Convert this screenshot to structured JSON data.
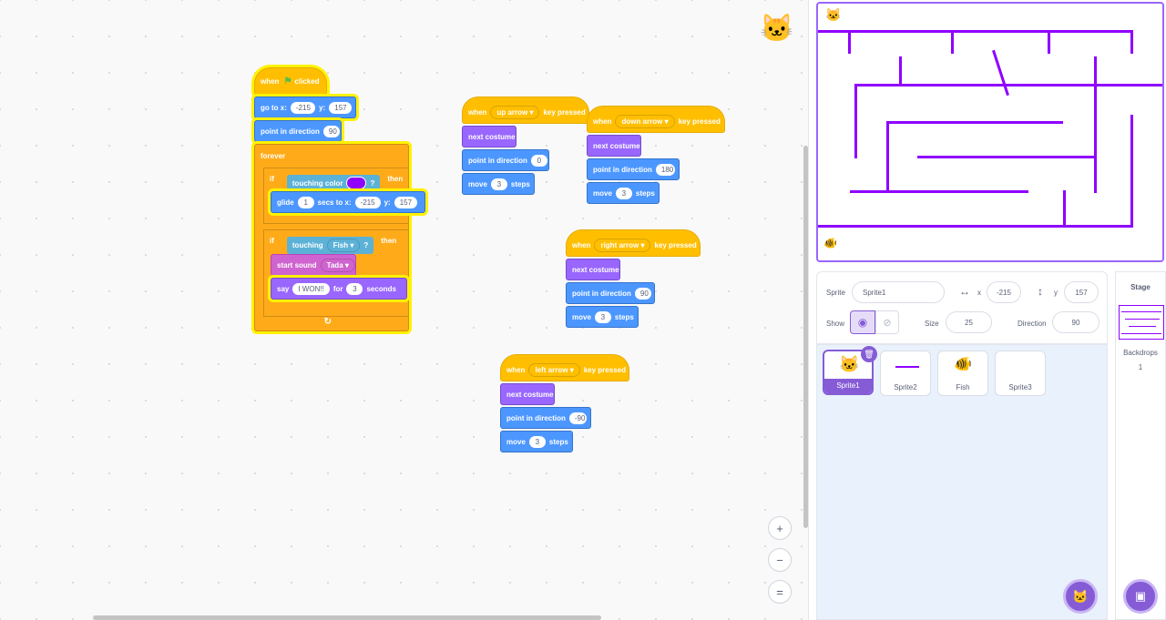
{
  "scripts": {
    "flag": {
      "when": "when",
      "clicked": "clicked",
      "goto": {
        "label": "go to x:",
        "x": "-215",
        "ylabel": "y:",
        "y": "157"
      },
      "point": {
        "label": "point in direction",
        "value": "90"
      },
      "forever": "forever",
      "if1": {
        "if": "if",
        "cond": "touching color",
        "q": "?",
        "then": "then"
      },
      "glide": {
        "label": "glide",
        "secs": "1",
        "mid": "secs to x:",
        "x": "-215",
        "ylabel": "y:",
        "y": "157"
      },
      "if2": {
        "if": "if",
        "cond": "touching",
        "target": "Fish",
        "q": "?",
        "then": "then"
      },
      "sound": {
        "label": "start sound",
        "value": "Tada"
      },
      "say": {
        "label": "say",
        "text": "I WON!!",
        "for": "for",
        "secs": "3",
        "unit": "seconds"
      }
    },
    "up": {
      "when": "when",
      "key": "up arrow",
      "pressed": "key pressed",
      "costume": "next costume",
      "point": "point in direction",
      "dir": "0",
      "move": "move",
      "steps_n": "3",
      "steps": "steps"
    },
    "down": {
      "when": "when",
      "key": "down arrow",
      "pressed": "key pressed",
      "costume": "next costume",
      "point": "point in direction",
      "dir": "180",
      "move": "move",
      "steps_n": "3",
      "steps": "steps"
    },
    "right": {
      "when": "when",
      "key": "right arrow",
      "pressed": "key pressed",
      "costume": "next costume",
      "point": "point in direction",
      "dir": "90",
      "move": "move",
      "steps_n": "3",
      "steps": "steps"
    },
    "left": {
      "when": "when",
      "key": "left arrow",
      "pressed": "key pressed",
      "costume": "next costume",
      "point": "point in direction",
      "dir": "-90",
      "move": "move",
      "steps_n": "3",
      "steps": "steps"
    }
  },
  "touch_color": "#8f00ff",
  "sprite_info": {
    "sprite_label": "Sprite",
    "sprite_name": "Sprite1",
    "x_label": "x",
    "x": "-215",
    "y_label": "y",
    "y": "157",
    "show_label": "Show",
    "size_label": "Size",
    "size": "25",
    "direction_label": "Direction",
    "direction": "90"
  },
  "sprites": [
    {
      "name": "Sprite1",
      "icon": "cat-icon",
      "selected": true
    },
    {
      "name": "Sprite2",
      "icon": "line-icon",
      "selected": false
    },
    {
      "name": "Fish",
      "icon": "fish-icon",
      "selected": false
    },
    {
      "name": "Sprite3",
      "icon": "empty",
      "selected": false
    }
  ],
  "stage_panel": {
    "title": "Stage",
    "backdrops_label": "Backdrops",
    "backdrops_count": "1"
  },
  "zoom": {
    "in": "+",
    "out": "−",
    "reset": "="
  },
  "colors": {
    "events": "#ffbf00",
    "motion": "#4c97ff",
    "looks": "#9966ff",
    "control": "#ffab19",
    "sensing": "#5cb1d6",
    "sound": "#cf63cf",
    "accent": "#855cd6"
  }
}
